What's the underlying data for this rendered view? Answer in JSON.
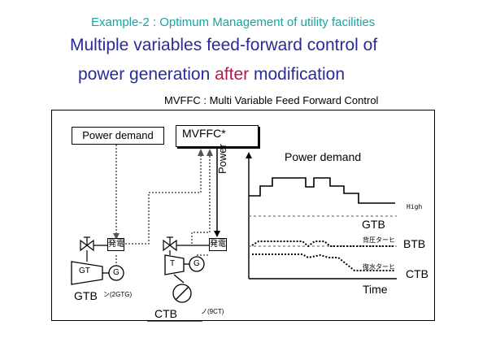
{
  "header": {
    "subtitle": "Example-2 : Optimum Management of utility facilities",
    "title_line1": "Multiple variables feed-forward control of",
    "title_line2_before": "power generation ",
    "title_line2_accent": "after",
    "title_line2_after": " modification",
    "note": "MVFFC : Multi Variable Feed Forward Control",
    "accent_color": "#c0154a",
    "title_color": "#2a2a9a",
    "subtitle_color": "#1aa3a3"
  },
  "diagram": {
    "power_demand_box": "Power demand",
    "mvffc_box": "MVFFC*",
    "controller_left": "発電",
    "controller_right": "発電",
    "gt_label": "GT",
    "g_label_left": "G",
    "g_label_right": "G",
    "t_label": "T",
    "gtb_label_left": "GTB",
    "gtb_jp_fragment": "ン(2GTG)",
    "ctb_label_bottom": "CTB",
    "ctb_jp_fragment": "ノ(9CT)"
  },
  "trend": {
    "y_axis_label": "Power",
    "x_axis_label": "Time",
    "power_demand_label": "Power demand",
    "high_label": "High",
    "gtb_label": "GTB",
    "btb_jp": "背圧ターヒ",
    "btb_label": "BTB",
    "ctb_jp": "復水ターヒ",
    "ctb_label": "CTB"
  }
}
